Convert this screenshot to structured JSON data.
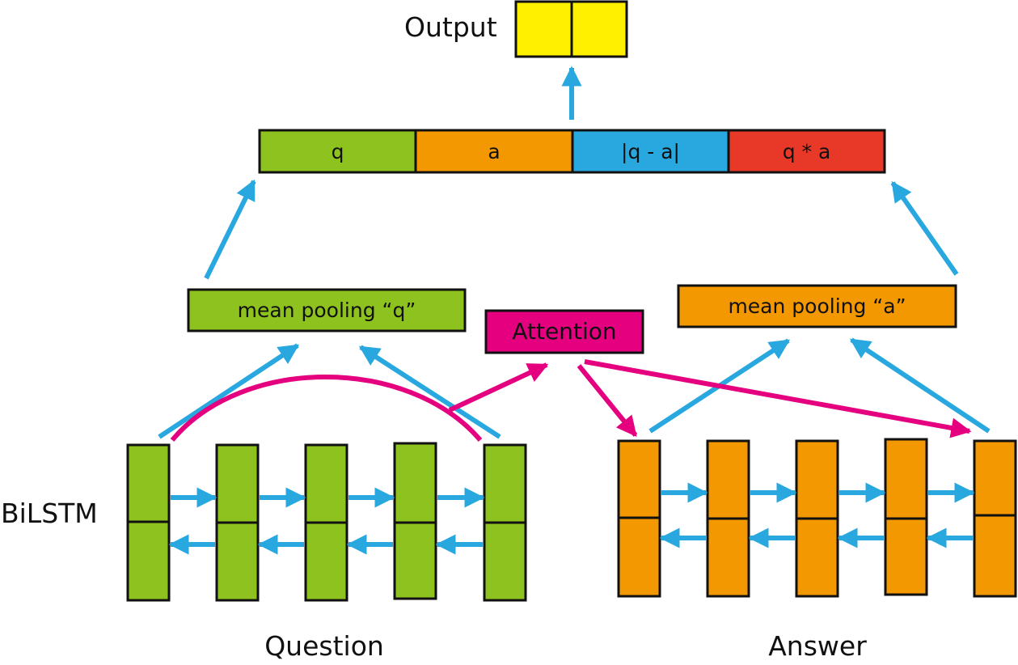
{
  "labels": {
    "output": "Output",
    "bilstm": "BiLSTM",
    "question": "Question",
    "answer": "Answer",
    "attention": "Attention",
    "mean_pooling_q": "mean pooling “q”",
    "mean_pooling_a": "mean pooling “a”"
  },
  "concat": {
    "segments": [
      {
        "label": "q",
        "color": "#8ec21f"
      },
      {
        "label": "a",
        "color": "#f39800"
      },
      {
        "label": "|q - a|",
        "color": "#29a8e0"
      },
      {
        "label": "q * a",
        "color": "#e73828"
      }
    ]
  },
  "colors": {
    "question_cell": "#8ec21f",
    "answer_cell": "#f39800",
    "output_cell": "#fff000",
    "attention_box": "#e4007f",
    "blue_arrow": "#29a8e0",
    "magenta_arrow": "#e4007f",
    "outline": "#111111"
  },
  "question_cells": 5,
  "answer_cells": 5,
  "output_cells": 2
}
